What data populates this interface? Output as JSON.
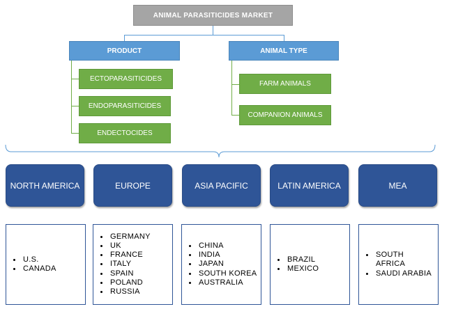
{
  "title": "ANIMAL PARASITICIDES MARKET",
  "categories": {
    "product": {
      "label": "PRODUCT",
      "items": [
        "ECTOPARASITICIDES",
        "ENDOPARASITICIDES",
        "ENDECTOCIDES"
      ]
    },
    "animal_type": {
      "label": "ANIMAL TYPE",
      "items": [
        "FARM ANIMALS",
        "COMPANION ANIMALS"
      ]
    }
  },
  "regions": [
    {
      "label": "NORTH AMERICA",
      "countries": [
        "U.S.",
        "CANADA"
      ]
    },
    {
      "label": "EUROPE",
      "countries": [
        "GERMANY",
        "UK",
        "FRANCE",
        "ITALY",
        "SPAIN",
        "POLAND",
        "RUSSIA"
      ]
    },
    {
      "label": "ASIA PACIFIC",
      "countries": [
        "CHINA",
        "INDIA",
        "JAPAN",
        "SOUTH KOREA",
        "AUSTRALIA"
      ]
    },
    {
      "label": "LATIN AMERICA",
      "countries": [
        "BRAZIL",
        "MEXICO"
      ]
    },
    {
      "label": "MEA",
      "countries": [
        "SOUTH AFRICA",
        "SAUDI ARABIA"
      ]
    }
  ],
  "colors": {
    "title_fill": "#a5a5a5",
    "category_fill": "#5b9bd5",
    "item_fill": "#70ad47",
    "region_fill": "#2f5597",
    "connector": "#2e75b6"
  }
}
